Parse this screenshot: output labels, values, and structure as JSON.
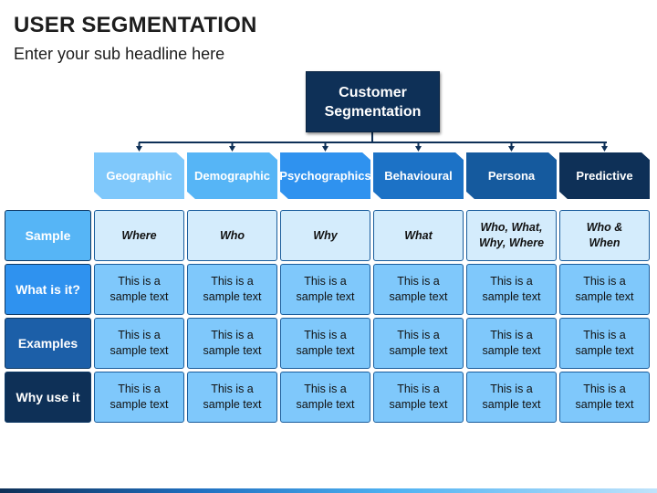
{
  "title": "USER SEGMENTATION",
  "subtitle": "Enter your sub headline here",
  "root": {
    "label": "Customer\nSegmentation",
    "color": "#0e3057"
  },
  "columns": [
    {
      "label": "Geographic",
      "color": "#7fc8fb"
    },
    {
      "label": "Demographic",
      "color": "#56b5f6"
    },
    {
      "label": "Psychographics",
      "color": "#2f92ef"
    },
    {
      "label": "Behavioural",
      "color": "#1c72c6"
    },
    {
      "label": "Persona",
      "color": "#155a9e"
    },
    {
      "label": "Predictive",
      "color": "#0e3057"
    }
  ],
  "rows": [
    {
      "label": "Sample",
      "color": "#56b5f6",
      "cells": [
        "Where",
        "Who",
        "Why",
        "What",
        "Who, What,\nWhy, Where",
        "Who &\nWhen"
      ]
    },
    {
      "label": "What is it?",
      "color": "#2f92ef",
      "cells": [
        "This is a\nsample text",
        "This is a\nsample text",
        "This is a\nsample text",
        "This is a\nsample text",
        "This is a\nsample text",
        "This is a\nsample text"
      ]
    },
    {
      "label": "Examples",
      "color": "#1c5fa8",
      "cells": [
        "This is a\nsample text",
        "This is a\nsample text",
        "This is a\nsample text",
        "This is a\nsample text",
        "This is a\nsample text",
        "This is a\nsample text"
      ]
    },
    {
      "label": "Why use it",
      "color": "#0e3057",
      "cells": [
        "This is a\nsample text",
        "This is a\nsample text",
        "This is a\nsample text",
        "This is a\nsample text",
        "This is a\nsample text",
        "This is a\nsample text"
      ]
    }
  ]
}
